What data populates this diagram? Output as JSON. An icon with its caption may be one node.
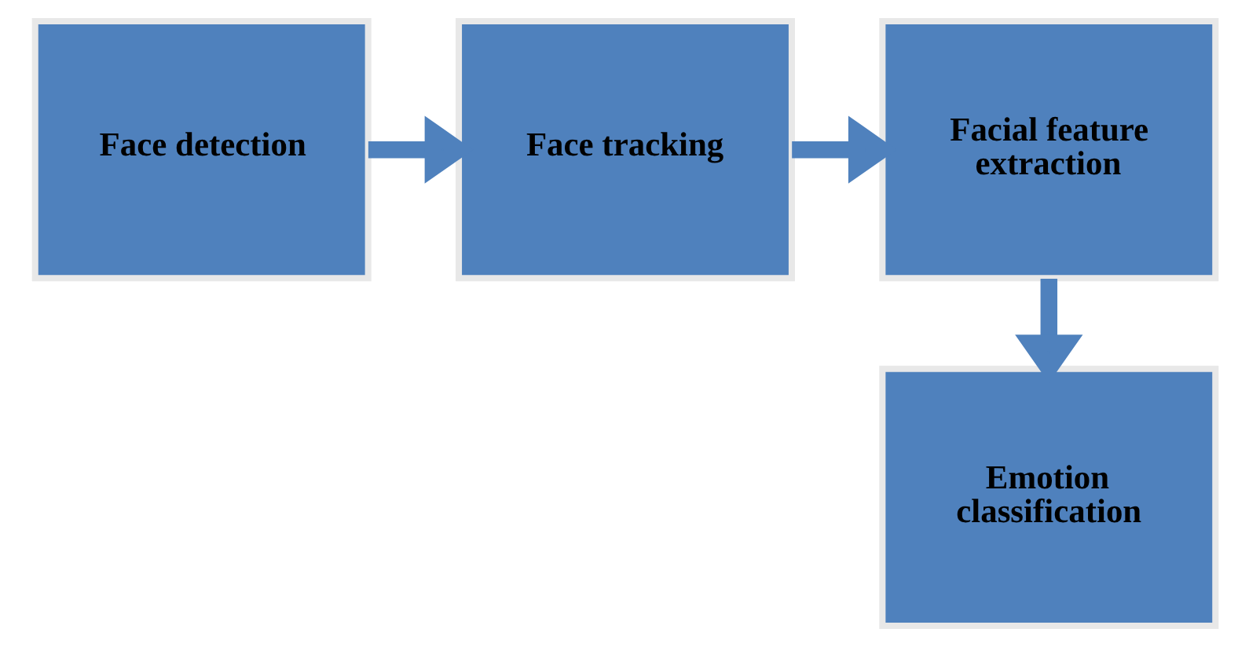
{
  "diagram": {
    "nodes": [
      {
        "text": [
          "Face detection"
        ]
      },
      {
        "text": [
          "Face tracking"
        ]
      },
      {
        "text": [
          "Facial feature extraction"
        ]
      },
      {
        "text": [
          "Emotion classification"
        ]
      }
    ],
    "edges": [
      {
        "from": 0,
        "to": 1,
        "arrow": "to"
      },
      {
        "from": 1,
        "to": 2,
        "arrow": "to"
      },
      {
        "from": 2,
        "to": 3,
        "arrow": "to"
      }
    ]
  }
}
